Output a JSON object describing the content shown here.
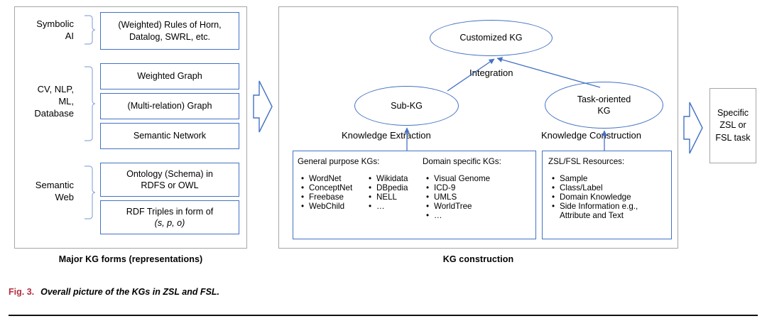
{
  "figure": {
    "number": "Fig. 3.",
    "caption": "Overall picture of the KGs in ZSL and FSL.",
    "number_color": "#b33040",
    "accent_color": "#4472c4",
    "panel_border_color": "#a6a6a6"
  },
  "panels": {
    "left": {
      "caption": "Major KG forms (representations)",
      "groups": [
        {
          "label": "Symbolic\nAI",
          "label_line1": "Symbolic",
          "label_line2": "AI",
          "boxes": [
            {
              "line1": "(Weighted)  Rules of Horn,",
              "line2": "Datalog, SWRL, etc."
            }
          ]
        },
        {
          "label_line1": "CV, NLP,",
          "label_line2": "ML,",
          "label_line3": "Database",
          "boxes": [
            {
              "line1": "Weighted Graph"
            },
            {
              "line1": "(Multi-relation) Graph"
            },
            {
              "line1": "Semantic Network"
            }
          ]
        },
        {
          "label_line1": "Semantic",
          "label_line2": "Web",
          "boxes": [
            {
              "line1": "Ontology (Schema) in",
              "line2": "RDFS or OWL"
            },
            {
              "line1": "RDF Triples in form of",
              "line2": "(s, p, o)"
            }
          ]
        }
      ]
    },
    "center": {
      "caption": "KG construction",
      "nodes": {
        "top": {
          "label": "Customized KG"
        },
        "left": {
          "label": "Sub-KG"
        },
        "right": {
          "label_line1": "Task-oriented",
          "label_line2": "KG"
        }
      },
      "edge_labels": {
        "integration": "Integration",
        "knowledge_extraction": "Knowledge Extraction",
        "knowledge_construction": "Knowledge Construction"
      },
      "kg_resources_box": {
        "columns": [
          {
            "header": "General purpose KGs:",
            "items": [
              "WordNet",
              "ConceptNet",
              "Freebase",
              "WebChild"
            ]
          },
          {
            "header": "",
            "items": [
              "Wikidata",
              "DBpedia",
              "NELL",
              "…"
            ]
          },
          {
            "header": "Domain specific KGs:",
            "items": [
              "Visual Genome",
              "ICD-9",
              "UMLS",
              "WorldTree",
              "…"
            ]
          }
        ]
      },
      "zsl_fsl_box": {
        "header": "ZSL/FSL Resources:",
        "items": [
          "Sample",
          "Class/Label",
          "Domain Knowledge",
          "Side Information e.g.,"
        ],
        "item_last_continuation": "Attribute and Text"
      }
    },
    "right": {
      "box": {
        "line1": "Specific",
        "line2": "ZSL or",
        "line3": "FSL task"
      }
    }
  },
  "icons": {
    "block_arrow_middle": "block-arrow-right-icon",
    "block_arrow_right": "block-arrow-right-icon"
  }
}
